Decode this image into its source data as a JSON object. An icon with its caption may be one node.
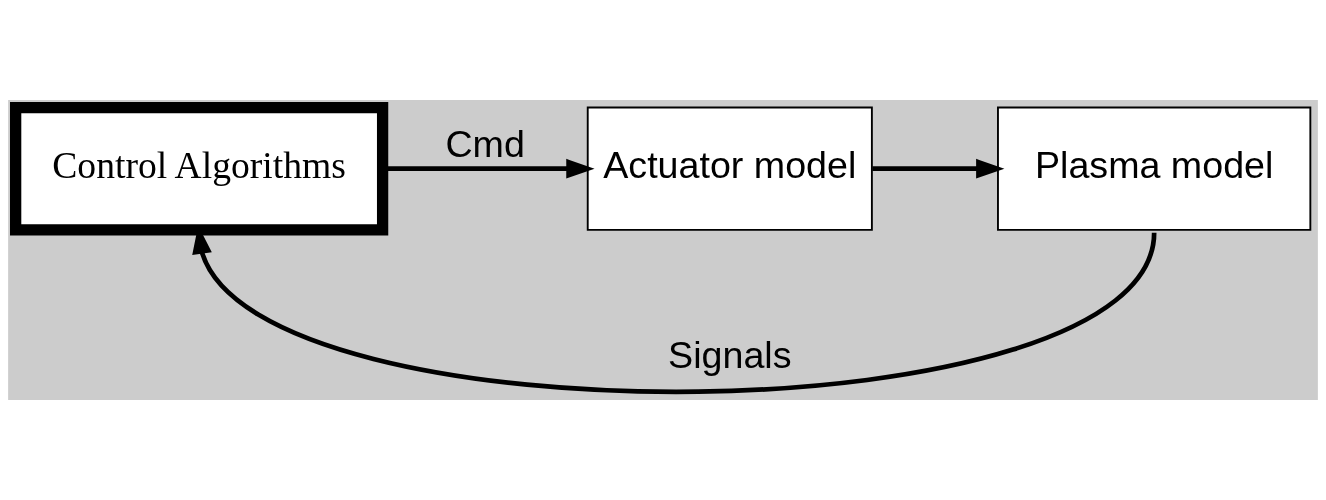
{
  "diagram": {
    "nodes": [
      {
        "text": [
          "Control Algorithms"
        ]
      },
      {
        "text": [
          "Actuator model"
        ]
      },
      {
        "text": [
          "Plasma model"
        ]
      }
    ],
    "edges": [
      {
        "from": 0,
        "to": 1,
        "arrow": "to",
        "label": "Cmd"
      },
      {
        "from": 1,
        "to": 2,
        "arrow": "to"
      },
      {
        "from": 2,
        "to": 0,
        "arrow": "to",
        "label": "Signals"
      }
    ]
  }
}
